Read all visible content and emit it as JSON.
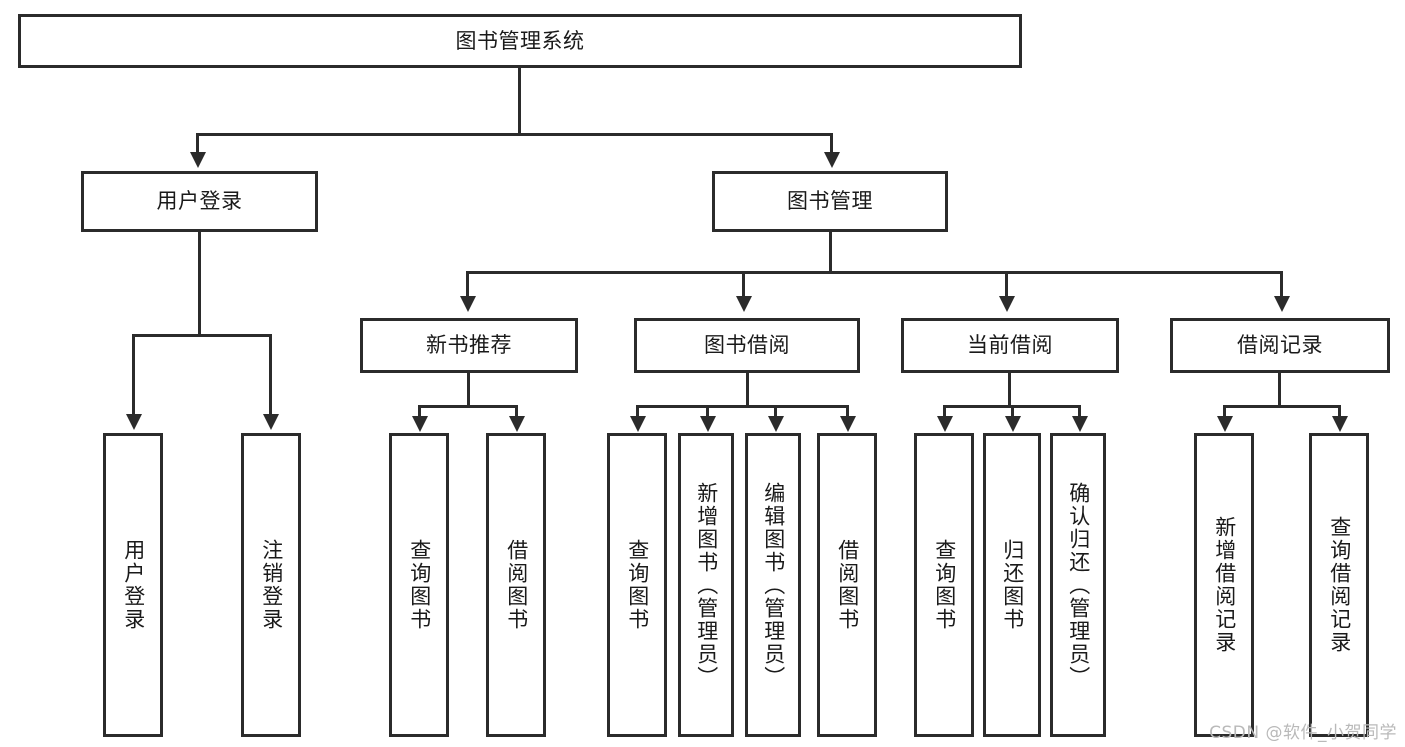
{
  "diagram": {
    "title": "图书管理系统",
    "type": "functional-structure-tree",
    "root": {
      "id": "root",
      "label": "图书管理系统"
    },
    "level2": [
      {
        "id": "user-login",
        "label": "用户登录"
      },
      {
        "id": "book-manage",
        "label": "图书管理"
      }
    ],
    "level3": [
      {
        "id": "new-book-recommend",
        "label": "新书推荐"
      },
      {
        "id": "book-borrow",
        "label": "图书借阅"
      },
      {
        "id": "current-borrow",
        "label": "当前借阅"
      },
      {
        "id": "borrow-record",
        "label": "借阅记录"
      }
    ],
    "leaves": {
      "user_login": [
        {
          "id": "leaf-user-login",
          "label": "用户登录"
        },
        {
          "id": "leaf-logout-login",
          "label": "注销登录"
        }
      ],
      "new_book_recommend": [
        {
          "id": "leaf-query-book-1",
          "label": "查询图书"
        },
        {
          "id": "leaf-borrow-book-1",
          "label": "借阅图书"
        }
      ],
      "book_borrow": [
        {
          "id": "leaf-query-book-2",
          "label": "查询图书"
        },
        {
          "id": "leaf-add-book",
          "label": "新增图书（管理员）"
        },
        {
          "id": "leaf-edit-book",
          "label": "编辑图书（管理员）"
        },
        {
          "id": "leaf-borrow-book-2",
          "label": "借阅图书"
        }
      ],
      "current_borrow": [
        {
          "id": "leaf-query-book-3",
          "label": "查询图书"
        },
        {
          "id": "leaf-return-book",
          "label": "归还图书"
        },
        {
          "id": "leaf-confirm-return",
          "label": "确认归还（管理员）"
        }
      ],
      "borrow_record": [
        {
          "id": "leaf-add-record",
          "label": "新增借阅记录"
        },
        {
          "id": "leaf-query-record",
          "label": "查询借阅记录"
        }
      ]
    }
  },
  "watermark": {
    "text": "CSDN @软件_小贺同学"
  },
  "colors": {
    "stroke": "#2b2b2b",
    "fill": "#ffffff",
    "text": "#1a1a1a",
    "watermark": "#b9b9b9"
  }
}
